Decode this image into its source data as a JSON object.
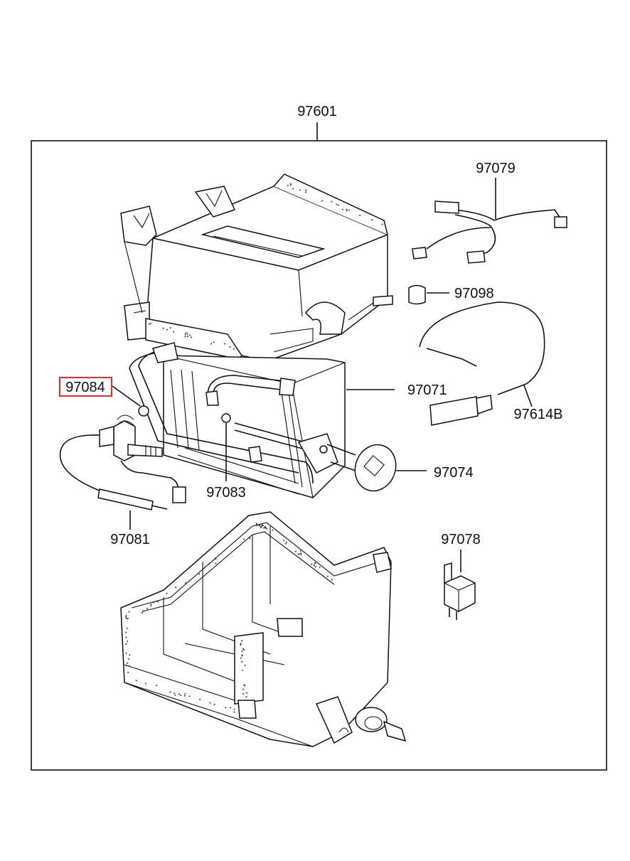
{
  "diagram": {
    "assembly_label": "97601",
    "highlighted_part": "97084",
    "highlight_color": "#e0302a",
    "parts": [
      {
        "id": "p-97079",
        "label": "97079"
      },
      {
        "id": "p-97098",
        "label": "97098"
      },
      {
        "id": "p-97084",
        "label": "97084"
      },
      {
        "id": "p-97071",
        "label": "97071"
      },
      {
        "id": "p-97614B",
        "label": "97614B"
      },
      {
        "id": "p-97074",
        "label": "97074"
      },
      {
        "id": "p-97083",
        "label": "97083"
      },
      {
        "id": "p-97081",
        "label": "97081"
      },
      {
        "id": "p-97078",
        "label": "97078"
      }
    ]
  }
}
